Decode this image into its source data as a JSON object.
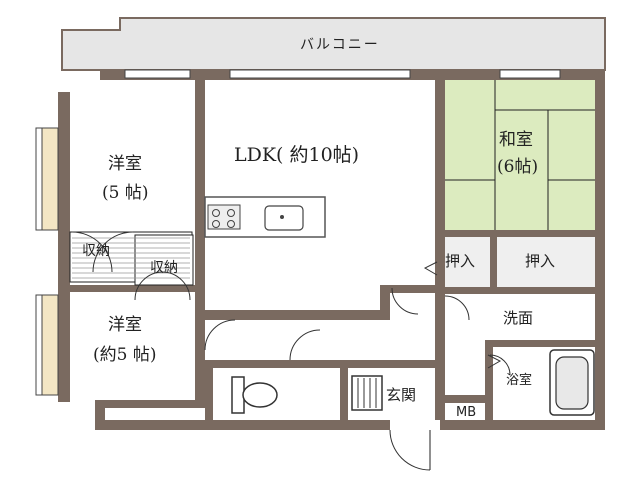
{
  "colors": {
    "wall": "#7a6a60",
    "balcony": "#e6e6e6",
    "tatami": "#dcebbf",
    "closet": "#efefef",
    "floor": "#ffffff",
    "line": "#222222",
    "window_frame": "#f3e6c4"
  },
  "rooms": {
    "balcony": "バルコニー",
    "ldk": "LDK(  約10帖)",
    "western1_name": "洋室",
    "western1_size": "(5 帖)",
    "western2_name": "洋室",
    "western2_size": "(約5 帖)",
    "japanese_name": "和室",
    "japanese_size": "(6帖)",
    "storage1": "収納",
    "storage2": "収納",
    "closet1": "押入",
    "closet2": "押入",
    "washroom": "洗面",
    "bathroom": "浴室",
    "entrance": "玄関",
    "meter_box": "MB"
  }
}
